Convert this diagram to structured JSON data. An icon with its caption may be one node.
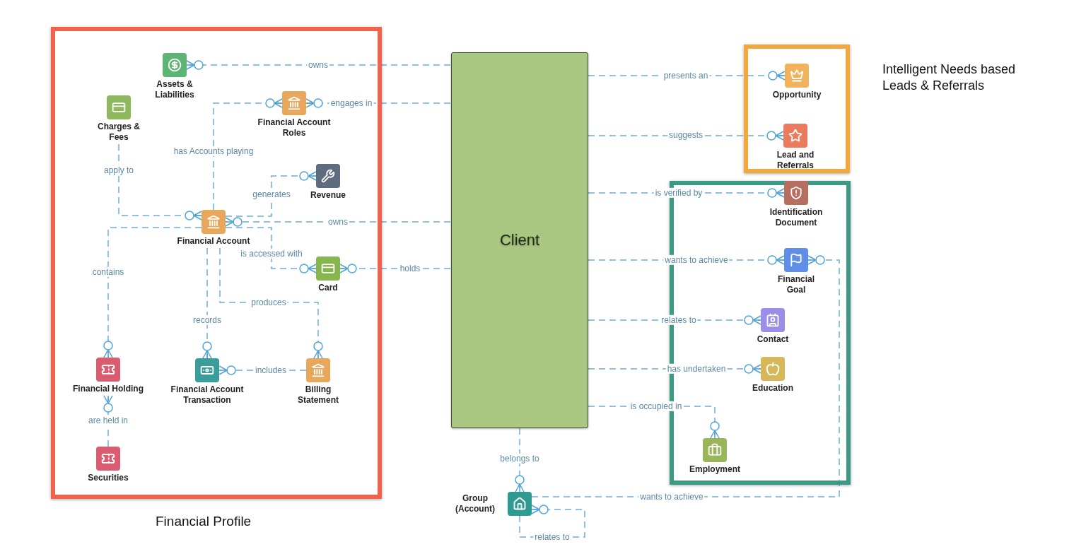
{
  "diagram": {
    "nodes": [
      {
        "text": [
          "Financial Profile"
        ]
      },
      {
        "text": [
          "Assets & Liabilities"
        ],
        "in": 0
      },
      {
        "text": [
          "Charges & Fees"
        ],
        "in": 0
      },
      {
        "text": [
          "Financial Account Roles"
        ],
        "in": 0
      },
      {
        "text": [
          "Revenue"
        ],
        "in": 0
      },
      {
        "text": [
          "Financial Account"
        ],
        "in": 0
      },
      {
        "text": [
          "Card"
        ],
        "in": 0
      },
      {
        "text": [
          "Financial Holding"
        ],
        "in": 0
      },
      {
        "text": [
          "Financial Account Transaction"
        ],
        "in": 0
      },
      {
        "text": [
          "Billing Statement"
        ],
        "in": 0
      },
      {
        "text": [
          "Securities"
        ],
        "in": 0
      },
      {
        "text": [
          "Client"
        ]
      },
      {
        "text": [
          "Intelligent Needs based Leads & Referrals"
        ]
      },
      {
        "text": [
          "Opportunity"
        ],
        "in": 12
      },
      {
        "text": [
          "Lead and Referrals"
        ],
        "in": 12
      },
      {
        "text": [],
        "shape": "box"
      },
      {
        "text": [
          "Identification Document"
        ],
        "in": 15
      },
      {
        "text": [
          "Financial Goal"
        ],
        "in": 15
      },
      {
        "text": [
          "Contact"
        ],
        "in": 15
      },
      {
        "text": [
          "Education"
        ],
        "in": 15
      },
      {
        "text": [
          "Employment"
        ],
        "in": 15
      },
      {
        "text": [
          "Group (Account)"
        ]
      }
    ],
    "edges": [
      {
        "from": 11,
        "to": 1,
        "arrow": "other",
        "label": "owns",
        "style": "dashed"
      },
      {
        "from": 11,
        "to": 3,
        "arrow": "other",
        "label": "engages in",
        "style": "dashed"
      },
      {
        "from": 5,
        "to": 3,
        "arrow": "other",
        "label": "has Accounts playing",
        "style": "dashed"
      },
      {
        "from": 2,
        "to": 5,
        "arrow": "other",
        "label": "apply to",
        "style": "dashed"
      },
      {
        "from": 5,
        "to": 4,
        "arrow": "other",
        "label": "generates",
        "style": "dashed"
      },
      {
        "from": 11,
        "to": 5,
        "arrow": "other",
        "label": "owns",
        "style": "dashed"
      },
      {
        "from": 5,
        "to": 6,
        "arrow": "other",
        "label": "is accessed with",
        "style": "dashed"
      },
      {
        "from": 11,
        "to": 6,
        "arrow": "other",
        "label": "holds",
        "style": "dashed"
      },
      {
        "from": 5,
        "to": 7,
        "arrow": "other",
        "label": "contains",
        "style": "dashed"
      },
      {
        "from": 5,
        "to": 8,
        "arrow": "other",
        "label": "records",
        "style": "dashed"
      },
      {
        "from": 5,
        "to": 9,
        "arrow": "other",
        "label": "produces",
        "style": "dashed"
      },
      {
        "from": 9,
        "to": 8,
        "arrow": "other",
        "label": "includes",
        "style": "dashed"
      },
      {
        "from": 10,
        "to": 7,
        "arrow": "other",
        "label": "are held in",
        "style": "dashed"
      },
      {
        "from": 11,
        "to": 13,
        "arrow": "other",
        "label": "presents an",
        "style": "dashed"
      },
      {
        "from": 11,
        "to": 14,
        "arrow": "other",
        "label": "suggests",
        "style": "dashed"
      },
      {
        "from": 11,
        "to": 16,
        "arrow": "other",
        "label": "is verified by",
        "style": "dashed"
      },
      {
        "from": 11,
        "to": 17,
        "arrow": "other",
        "label": "wants to achieve",
        "style": "dashed"
      },
      {
        "from": 11,
        "to": 18,
        "arrow": "other",
        "label": "relates to",
        "style": "dashed"
      },
      {
        "from": 11,
        "to": 19,
        "arrow": "other",
        "label": "has undertaken",
        "style": "dashed"
      },
      {
        "from": 11,
        "to": 20,
        "arrow": "other",
        "label": "is occupied in",
        "style": "dashed"
      },
      {
        "from": 11,
        "to": 21,
        "arrow": "other",
        "label": "belongs to",
        "style": "dashed"
      },
      {
        "from": 21,
        "to": 17,
        "arrow": "other",
        "label": "wants to achieve",
        "style": "dashed"
      },
      {
        "from": 21,
        "to": 21,
        "arrow": "other",
        "label": "relates to",
        "style": "dashed"
      }
    ]
  }
}
